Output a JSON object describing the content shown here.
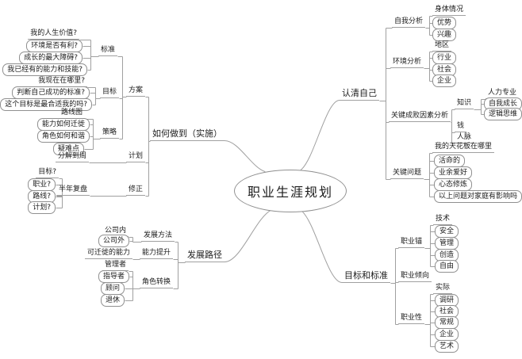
{
  "colors": {
    "background": "#ffffff",
    "edge": "#a0a0a0",
    "border": "#909090",
    "text": "#1c1c1c"
  },
  "mindmap": {
    "center": {
      "id": "center",
      "label": "职业生涯规划",
      "style": "ellipse"
    },
    "branches": [
      {
        "id": "howto",
        "label": "如何做到（实施）",
        "style": "fork",
        "children": [
          {
            "id": "fangan",
            "label": "方案",
            "style": "fork",
            "children": [
              {
                "id": "biaozhun",
                "label": "标准",
                "style": "fork",
                "children": [
                  {
                    "id": "q-value",
                    "label": "我的人生价值?",
                    "style": "fork"
                  },
                  {
                    "id": "q-env",
                    "label": "环境是否有利?",
                    "style": "bubble"
                  },
                  {
                    "id": "q-obstacle",
                    "label": "成长的最大障碍?",
                    "style": "bubble"
                  },
                  {
                    "id": "q-skills",
                    "label": "我已经有的能力和技能?",
                    "style": "bubble"
                  }
                ]
              },
              {
                "id": "mubiao",
                "label": "目标",
                "style": "fork",
                "children": [
                  {
                    "id": "q-where",
                    "label": "我现在在哪里?",
                    "style": "fork"
                  },
                  {
                    "id": "q-success",
                    "label": "判断自己成功的标准?",
                    "style": "bubble"
                  },
                  {
                    "id": "q-fit",
                    "label": "这个目标是最合适我的吗?",
                    "style": "bubble"
                  }
                ]
              },
              {
                "id": "celue",
                "label": "策略",
                "style": "fork",
                "children": [
                  {
                    "id": "luxiantu",
                    "label": "路线图",
                    "style": "fork"
                  },
                  {
                    "id": "qianxi",
                    "label": "能力如何迁徙",
                    "style": "bubble"
                  },
                  {
                    "id": "hexie",
                    "label": "角色如何和谐",
                    "style": "bubble"
                  },
                  {
                    "id": "yinandian",
                    "label": "疑难点",
                    "style": "bubble"
                  }
                ]
              }
            ]
          },
          {
            "id": "jihua",
            "label": "计划",
            "style": "fork",
            "children": [
              {
                "id": "fenjie",
                "label": "分解到周",
                "style": "fork"
              }
            ]
          },
          {
            "id": "xiuzheng",
            "label": "修正",
            "style": "fork",
            "children": [
              {
                "id": "fupan",
                "label": "半年复盘",
                "style": "fork",
                "children": [
                  {
                    "id": "r-mubiao",
                    "label": "目标?",
                    "style": "fork"
                  },
                  {
                    "id": "r-zhiye",
                    "label": "职业?",
                    "style": "bubble"
                  },
                  {
                    "id": "r-luxian",
                    "label": "路线?",
                    "style": "bubble"
                  },
                  {
                    "id": "r-jihua",
                    "label": "计划?",
                    "style": "bubble"
                  }
                ]
              }
            ]
          }
        ]
      },
      {
        "id": "path",
        "label": "发展路径",
        "style": "fork",
        "children": [
          {
            "id": "fazhan-fangfa",
            "label": "发展方法",
            "style": "fork",
            "children": [
              {
                "id": "gongsi-nei",
                "label": "公司内",
                "style": "fork"
              },
              {
                "id": "gongsi-wai",
                "label": "公司外",
                "style": "bubble"
              }
            ]
          },
          {
            "id": "nengli-tisheng",
            "label": "能力提升",
            "style": "fork",
            "children": [
              {
                "id": "keqianxi",
                "label": "可迁徙的能力",
                "style": "fork"
              }
            ]
          },
          {
            "id": "juese-zhuanhuan",
            "label": "角色转换",
            "style": "fork",
            "children": [
              {
                "id": "guanlizhe",
                "label": "管理者",
                "style": "fork"
              },
              {
                "id": "zhidaozhe",
                "label": "指导者",
                "style": "bubble"
              },
              {
                "id": "guwen",
                "label": "顾问",
                "style": "bubble"
              },
              {
                "id": "tuixiu",
                "label": "退休",
                "style": "bubble"
              }
            ]
          }
        ]
      },
      {
        "id": "know-self",
        "label": "认清自己",
        "style": "fork",
        "children": [
          {
            "id": "ziwo-fenxi",
            "label": "自我分析",
            "style": "fork",
            "children": [
              {
                "id": "shenti",
                "label": "身体情况",
                "style": "fork"
              },
              {
                "id": "youshi",
                "label": "优势",
                "style": "bubble"
              },
              {
                "id": "xingqu",
                "label": "兴趣",
                "style": "bubble"
              }
            ]
          },
          {
            "id": "huanjing-fenxi",
            "label": "环境分析",
            "style": "fork",
            "children": [
              {
                "id": "diqu",
                "label": "地区",
                "style": "fork"
              },
              {
                "id": "hangye",
                "label": "行业",
                "style": "bubble"
              },
              {
                "id": "shehui-1",
                "label": "社会",
                "style": "bubble"
              },
              {
                "id": "qiye-1",
                "label": "企业",
                "style": "bubble"
              }
            ]
          },
          {
            "id": "chengbai",
            "label": "关键成败因素分析",
            "style": "fork",
            "children": [
              {
                "id": "zhishi",
                "label": "知识",
                "style": "fork",
                "children": [
                  {
                    "id": "renli",
                    "label": "人力专业",
                    "style": "fork"
                  },
                  {
                    "id": "zwcz",
                    "label": "自我成长",
                    "style": "bubble"
                  },
                  {
                    "id": "luoji",
                    "label": "逻辑思维",
                    "style": "bubble"
                  }
                ]
              },
              {
                "id": "qian",
                "label": "钱",
                "style": "fork"
              },
              {
                "id": "renmai",
                "label": "人脉",
                "style": "fork"
              }
            ]
          },
          {
            "id": "guanjian-wenti",
            "label": "关键问题",
            "style": "fork",
            "children": [
              {
                "id": "tianhuaban",
                "label": "我的天花板在哪里",
                "style": "fork"
              },
              {
                "id": "huoming",
                "label": "活命的",
                "style": "bubble"
              },
              {
                "id": "yeyu",
                "label": "业余爱好",
                "style": "bubble"
              },
              {
                "id": "xintai",
                "label": "心态修炼",
                "style": "bubble"
              },
              {
                "id": "jiating",
                "label": "以上问题对家庭有影响吗",
                "style": "bubble"
              }
            ]
          }
        ]
      },
      {
        "id": "goals",
        "label": "目标和标准",
        "style": "fork",
        "children": [
          {
            "id": "zhiye-mao",
            "label": "职业锚",
            "style": "fork",
            "children": [
              {
                "id": "jishu",
                "label": "技术",
                "style": "fork"
              },
              {
                "id": "anquan",
                "label": "安全",
                "style": "bubble"
              },
              {
                "id": "guanli",
                "label": "管理",
                "style": "bubble"
              },
              {
                "id": "chuangzao",
                "label": "创造",
                "style": "bubble"
              },
              {
                "id": "ziyou",
                "label": "自由",
                "style": "bubble"
              }
            ]
          },
          {
            "id": "qingxiang",
            "label": "职业倾向",
            "style": "fork"
          },
          {
            "id": "zhiyexing",
            "label": "职业性",
            "style": "fork",
            "children": [
              {
                "id": "shiji",
                "label": "实际",
                "style": "fork"
              },
              {
                "id": "diaoyan",
                "label": "调研",
                "style": "bubble"
              },
              {
                "id": "shehui-2",
                "label": "社会",
                "style": "bubble"
              },
              {
                "id": "changgui",
                "label": "常规",
                "style": "bubble"
              },
              {
                "id": "qiye-2",
                "label": "企业",
                "style": "bubble"
              },
              {
                "id": "yishu",
                "label": "艺术",
                "style": "bubble"
              }
            ]
          }
        ]
      }
    ]
  }
}
